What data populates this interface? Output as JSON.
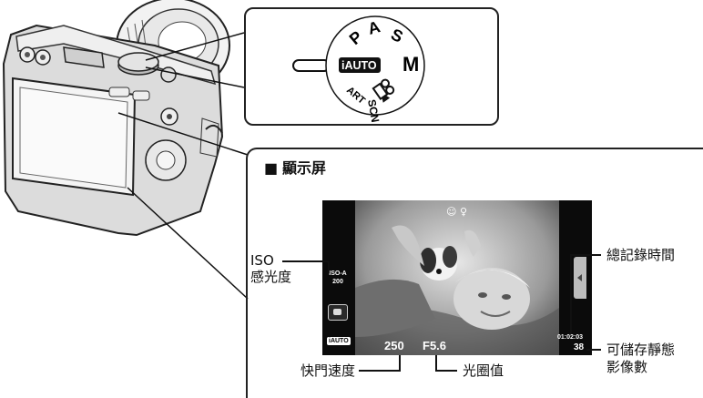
{
  "dial": {
    "modes": [
      "iAUTO",
      "P",
      "A",
      "S",
      "M",
      "ART",
      "SCN"
    ],
    "movie_icon": "movie-camera-icon"
  },
  "section": {
    "bullet": "■",
    "title": "顯示屏"
  },
  "screen": {
    "top_icons": "☺ ♀",
    "iso_value": "ISO-A\n200",
    "mode_badge": "iAUTO",
    "shutter": "250",
    "aperture": "F5.6",
    "record_time": "01:02:03",
    "shots_left": "38"
  },
  "labels": {
    "iso_en": "ISO",
    "iso_zh": "感光度",
    "shutter_speed": "快門速度",
    "aperture": "光圈值",
    "total_record_time": "總記錄時間",
    "storable_line1": "可儲存靜態",
    "storable_line2": "影像數"
  },
  "colors": {
    "line": "#111111",
    "lcd": "#0b0b0b",
    "camera_body": "#d9d9d9"
  }
}
